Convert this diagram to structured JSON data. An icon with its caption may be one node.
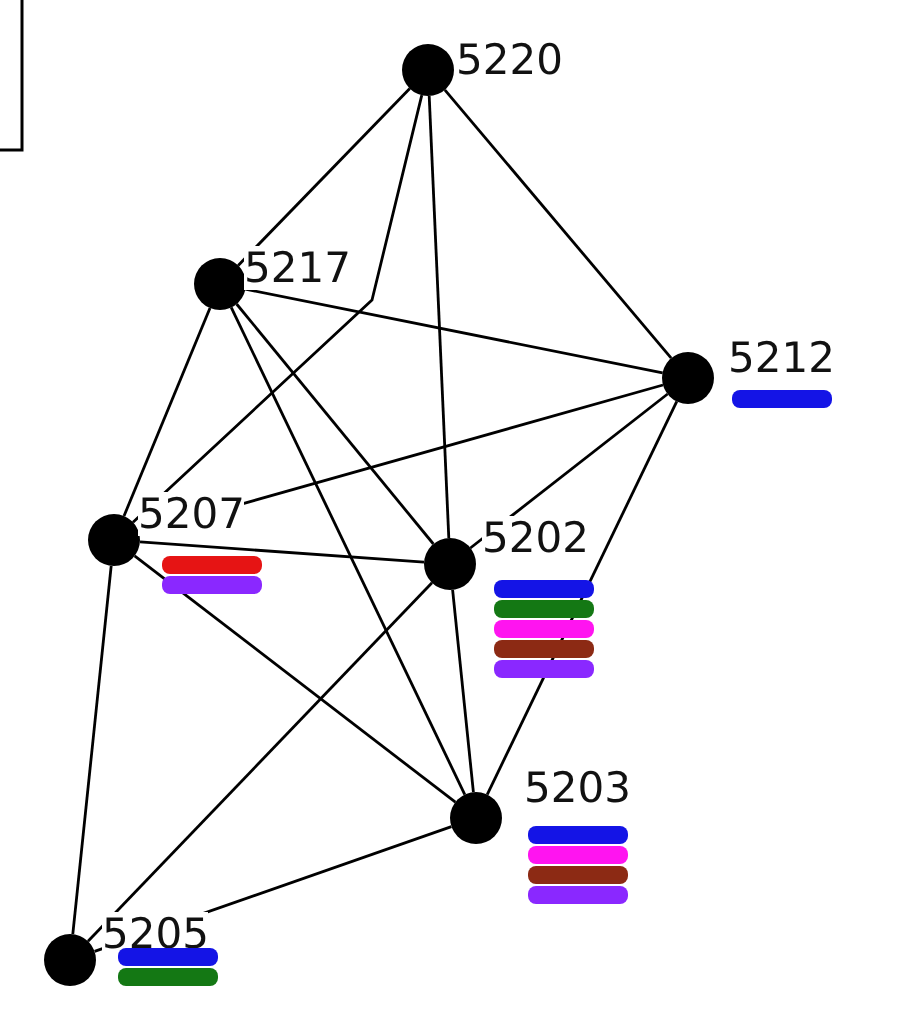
{
  "diagram": {
    "nodes": [
      {
        "text": [
          "5220"
        ]
      },
      {
        "text": [
          "5217"
        ]
      },
      {
        "text": [
          "5212"
        ]
      },
      {
        "text": [
          "5207"
        ]
      },
      {
        "text": [
          "5202"
        ]
      },
      {
        "text": [
          "5203"
        ]
      },
      {
        "text": [
          "5205"
        ]
      }
    ],
    "edges": [
      {
        "from": 0,
        "to": 1,
        "arrow": "none"
      },
      {
        "from": 0,
        "to": 3,
        "arrow": "none"
      },
      {
        "from": 0,
        "to": 4,
        "arrow": "none"
      },
      {
        "from": 0,
        "to": 2,
        "arrow": "none"
      },
      {
        "from": 1,
        "to": 2,
        "arrow": "none"
      },
      {
        "from": 1,
        "to": 3,
        "arrow": "none"
      },
      {
        "from": 1,
        "to": 5,
        "arrow": "none"
      },
      {
        "from": 1,
        "to": 4,
        "arrow": "none"
      },
      {
        "from": 2,
        "to": 3,
        "arrow": "none"
      },
      {
        "from": 2,
        "to": 4,
        "arrow": "none"
      },
      {
        "from": 2,
        "to": 5,
        "arrow": "none"
      },
      {
        "from": 3,
        "to": 4,
        "arrow": "none"
      },
      {
        "from": 3,
        "to": 6,
        "arrow": "none"
      },
      {
        "from": 3,
        "to": 5,
        "arrow": "none"
      },
      {
        "from": 4,
        "to": 5,
        "arrow": "none"
      },
      {
        "from": 4,
        "to": 6,
        "arrow": "none"
      },
      {
        "from": 5,
        "to": 6,
        "arrow": "none"
      }
    ]
  }
}
